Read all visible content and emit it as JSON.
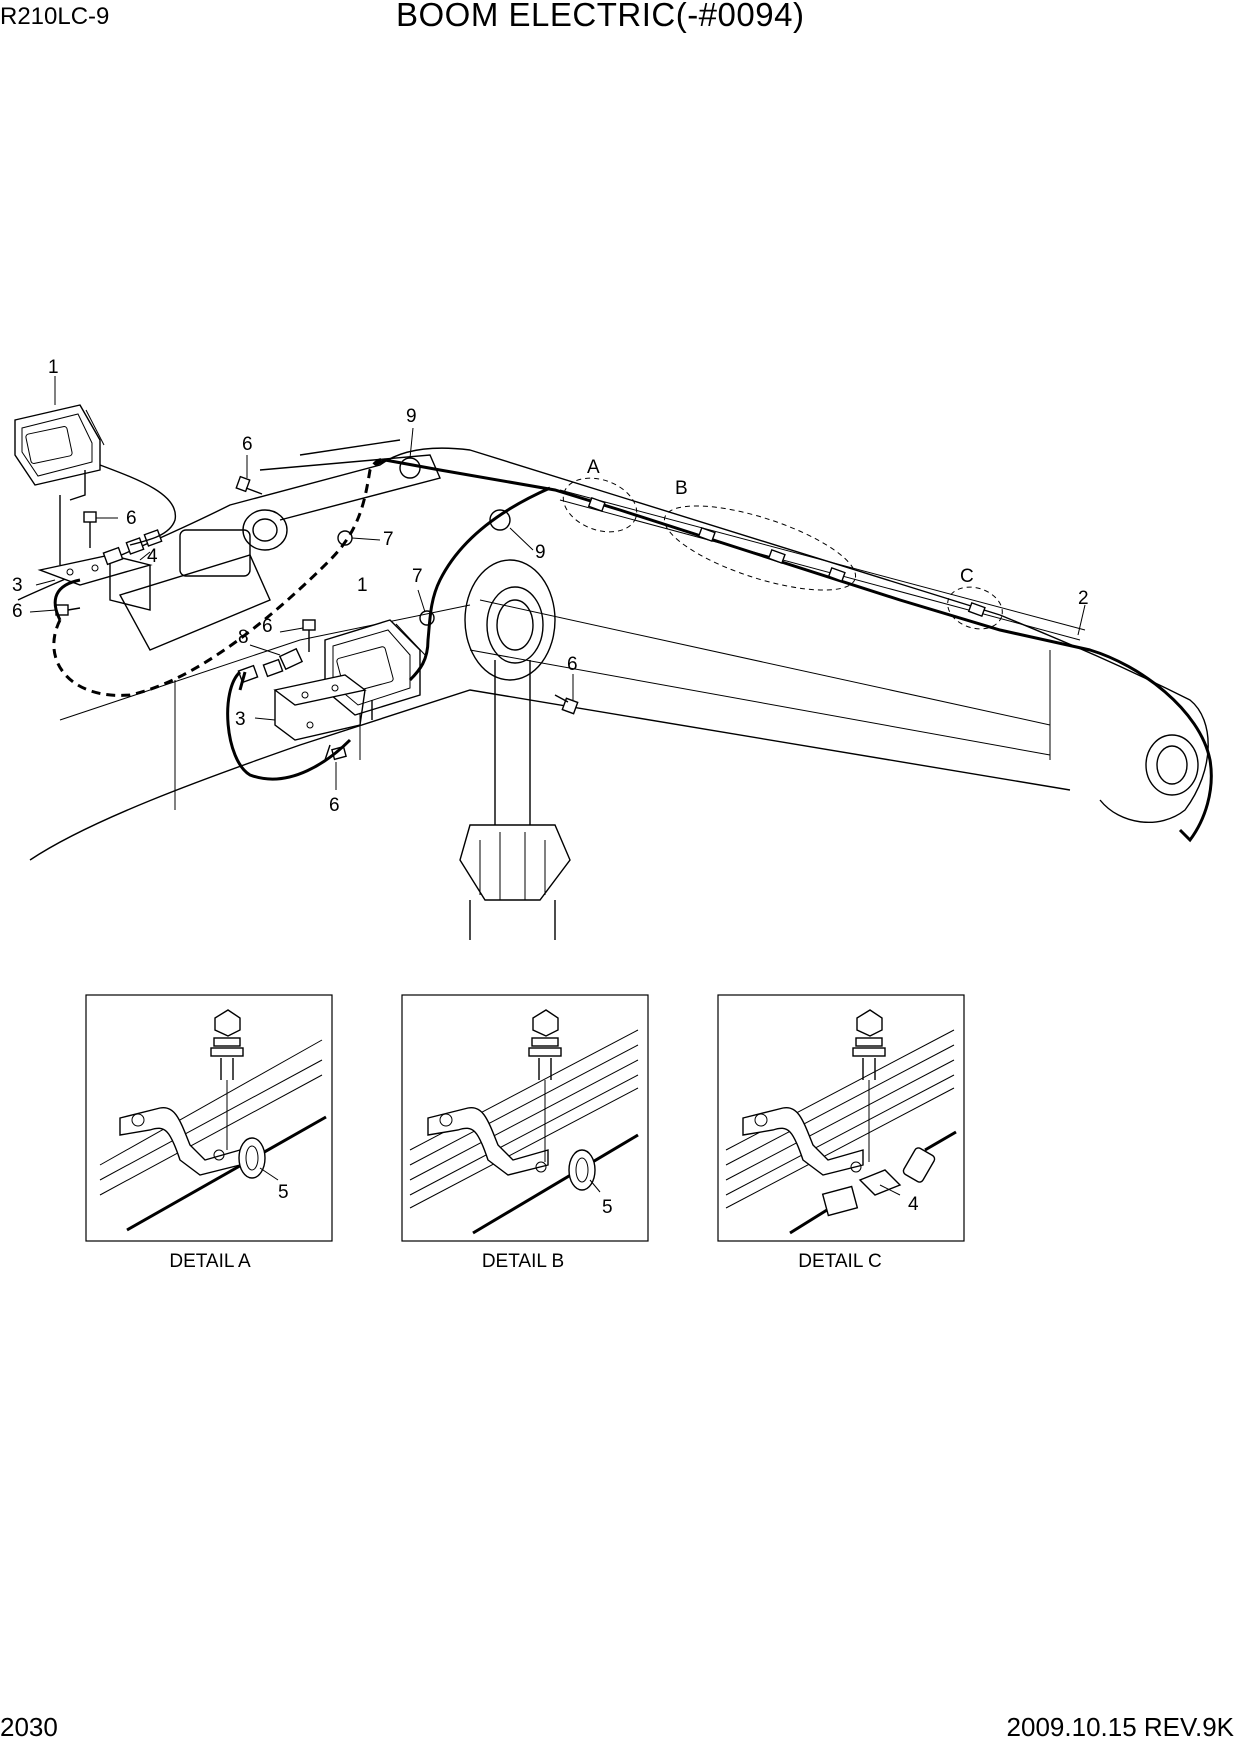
{
  "header": {
    "model": "R210LC-9",
    "title": "BOOM ELECTRIC(-#0094)"
  },
  "footer": {
    "page_number": "2030",
    "revision": "2009.10.15  REV.9K"
  },
  "callouts": {
    "work_lamp_left": "1",
    "work_lamp_right": "1",
    "harness": "2",
    "bracket_left": "3",
    "bracket_right": "3",
    "connector_left": "4",
    "bolt_top_left": "6",
    "bolt_mid_left": "6",
    "bolt_left_lower": "6",
    "bolt_right_top": "6",
    "bolt_right_bottom": "6",
    "bolt_center": "6",
    "clamp_left": "7",
    "clamp_center": "7",
    "connector_right": "8",
    "tie_left": "9",
    "tie_center": "9",
    "detail_marker_a": "A",
    "detail_marker_b": "B",
    "detail_marker_c": "C"
  },
  "details": [
    {
      "caption": "DETAIL A",
      "part": "5"
    },
    {
      "caption": "DETAIL B",
      "part": "5"
    },
    {
      "caption": "DETAIL C",
      "part": "4"
    }
  ]
}
